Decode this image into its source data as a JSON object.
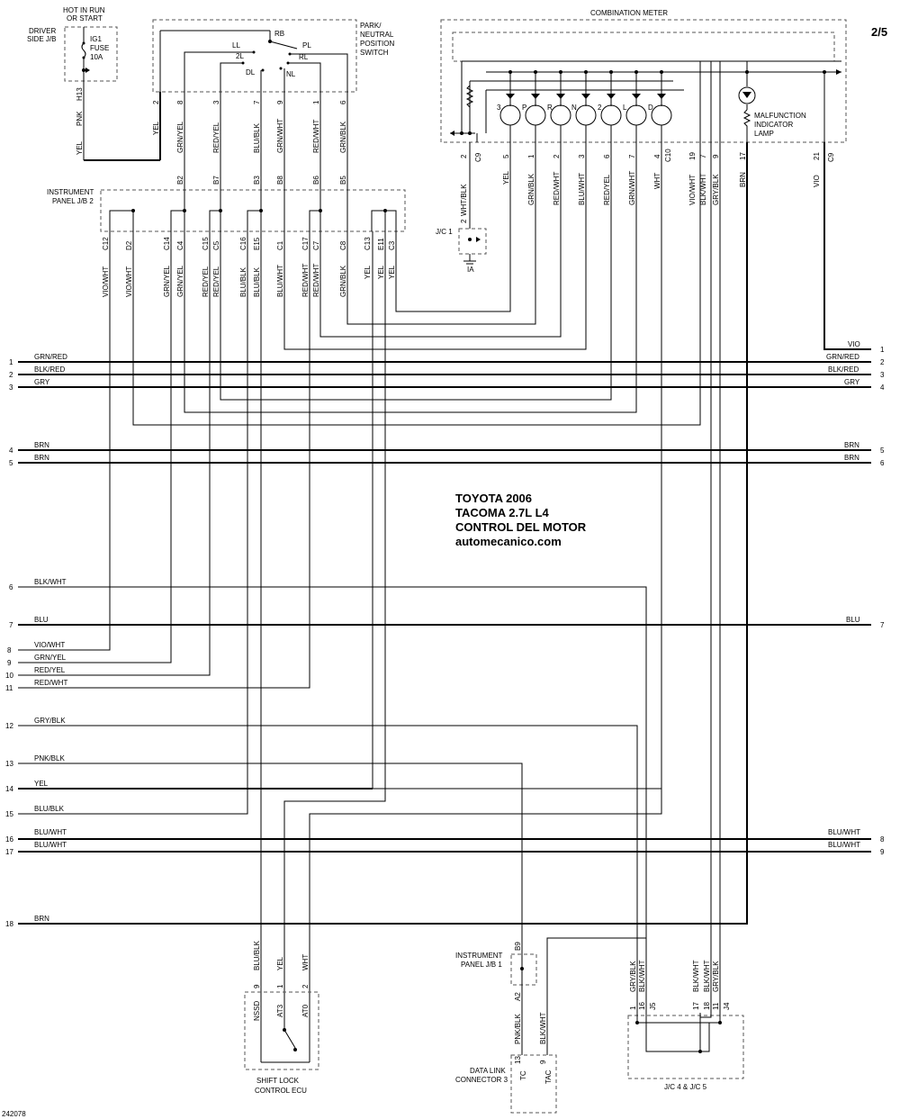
{
  "page_number": "2/5",
  "figure_id": "242078",
  "title": {
    "line1": "TOYOTA 2006",
    "line2": "TACOMA 2.7L  L4",
    "line3": "CONTROL DEL MOTOR",
    "line4": "automecanico.com"
  },
  "labels": {
    "hot_in_run_1": "HOT IN RUN",
    "hot_in_run_2": "OR START",
    "driver_jb_1": "DRIVER",
    "driver_jb_2": "SIDE J/B",
    "fuse_1": "IG1",
    "fuse_2": "FUSE",
    "fuse_3": "10A",
    "park_1": "PARK/",
    "park_2": "NEUTRAL",
    "park_3": "POSITION",
    "park_4": "SWITCH",
    "combination_meter": "COMBINATION METER",
    "mil_1": "MALFUNCTION",
    "mil_2": "INDICATOR",
    "mil_3": "LAMP",
    "ipjb2_1": "INSTRUMENT",
    "ipjb2_2": "PANEL J/B 2",
    "jc1": "J/C 1",
    "ia": "IA",
    "ipjb1_1": "INSTRUMENT",
    "ipjb1_2": "PANEL J/B 1",
    "dlc_1": "DATA LINK",
    "dlc_2": "CONNECTOR 3",
    "shift_1": "SHIFT LOCK",
    "shift_2": "CONTROL ECU",
    "jc45": "J/C 4 & J/C 5"
  },
  "switch_positions": [
    "RB",
    "LL",
    "PL",
    "2L",
    "RL",
    "DL",
    "NL"
  ],
  "meter_lamps": [
    "3",
    "P",
    "R",
    "N",
    "2",
    "L",
    "D"
  ],
  "top_wires": [
    {
      "pin": "H13",
      "color": "PNK",
      "color2": "YEL"
    },
    {
      "pin": "2",
      "color": "YEL"
    },
    {
      "pin": "8",
      "color": "GRN/YEL",
      "jb": "B2"
    },
    {
      "pin": "3",
      "color": "RED/YEL",
      "jb": "B7"
    },
    {
      "pin": "7",
      "color": "BLU/BLK",
      "jb": "B3"
    },
    {
      "pin": "9",
      "color": "GRN/WHT",
      "jb": "B8"
    },
    {
      "pin": "1",
      "color": "RED/WHT",
      "jb": "B6"
    },
    {
      "pin": "6",
      "color": "GRN/BLK",
      "jb": "B5"
    }
  ],
  "ipjb2_bottom": [
    {
      "pin": "C12",
      "color": "VIO/WHT"
    },
    {
      "pin": "D2",
      "color": "VIO/WHT"
    },
    {
      "pin": "C14",
      "color": "GRN/YEL"
    },
    {
      "pin": "C4",
      "color": "GRN/YEL"
    },
    {
      "pin": "C15",
      "color": "RED/YEL"
    },
    {
      "pin": "C5",
      "color": "RED/YEL"
    },
    {
      "pin": "C16",
      "color": "BLU/BLK"
    },
    {
      "pin": "E15",
      "color": "BLU/BLK"
    },
    {
      "pin": "C1",
      "color": "BLU/WHT"
    },
    {
      "pin": "C17",
      "color": "RED/WHT"
    },
    {
      "pin": "C7",
      "color": "RED/WHT"
    },
    {
      "pin": "C8",
      "color": "GRN/BLK"
    },
    {
      "pin": "C13",
      "color": "YEL"
    },
    {
      "pin": "E11",
      "color": "YEL"
    },
    {
      "pin": "C3",
      "color": "YEL"
    }
  ],
  "meter_wires": [
    {
      "pin": "2",
      "conn": "C9",
      "color": "WHT/BLK"
    },
    {
      "pin": "5",
      "color": "YEL"
    },
    {
      "pin": "1",
      "color": "GRN/BLK"
    },
    {
      "pin": "2",
      "color": "RED/WHT"
    },
    {
      "pin": "3",
      "color": "BLU/WHT"
    },
    {
      "pin": "6",
      "color": "RED/YEL"
    },
    {
      "pin": "7",
      "color": "GRN/WHT"
    },
    {
      "pin": "4",
      "conn": "C10",
      "color": "WHT"
    },
    {
      "pin": "19",
      "color": "VIO/WHT"
    },
    {
      "pin": "7",
      "color": "BLK/WHT"
    },
    {
      "pin": "9",
      "color": "GRY/BLK"
    },
    {
      "pin": "17",
      "color": "BRN"
    },
    {
      "pin": "21",
      "conn": "C9",
      "color": "VIO"
    }
  ],
  "jc1_pin": "2",
  "left_rows": [
    {
      "n": "1",
      "label": "GRN/RED"
    },
    {
      "n": "2",
      "label": "BLK/RED"
    },
    {
      "n": "3",
      "label": "GRY"
    },
    {
      "n": "4",
      "label": "BRN"
    },
    {
      "n": "5",
      "label": "BRN"
    },
    {
      "n": "6",
      "label": "BLK/WHT"
    },
    {
      "n": "7",
      "label": "BLU"
    },
    {
      "n": "8",
      "label": "VIO/WHT"
    },
    {
      "n": "9",
      "label": "GRN/YEL"
    },
    {
      "n": "10",
      "label": "RED/YEL"
    },
    {
      "n": "11",
      "label": "RED/WHT"
    },
    {
      "n": "12",
      "label": "GRY/BLK"
    },
    {
      "n": "13",
      "label": "PNK/BLK"
    },
    {
      "n": "14",
      "label": "YEL"
    },
    {
      "n": "15",
      "label": "BLU/BLK"
    },
    {
      "n": "16",
      "label": "BLU/WHT"
    },
    {
      "n": "17",
      "label": "BLU/WHT"
    },
    {
      "n": "18",
      "label": "BRN"
    }
  ],
  "right_rows": [
    {
      "n": "1",
      "label": "VIO"
    },
    {
      "n": "2",
      "label": "GRN/RED"
    },
    {
      "n": "3",
      "label": "BLK/RED"
    },
    {
      "n": "4",
      "label": "GRY"
    },
    {
      "n": "5",
      "label": "BRN"
    },
    {
      "n": "6",
      "label": "BRN"
    },
    {
      "n": "7",
      "label": "BLU"
    },
    {
      "n": "8",
      "label": "BLU/WHT"
    },
    {
      "n": "9",
      "label": "BLU/WHT"
    }
  ],
  "shift_lock_pins": [
    {
      "pin": "9",
      "name": "NSSD",
      "color": "BLU/BLK"
    },
    {
      "pin": "1",
      "name": "AT3",
      "color": "YEL"
    },
    {
      "pin": "2",
      "name": "AT0",
      "color": "WHT"
    }
  ],
  "ipjb1_pins": {
    "top": "B9",
    "bottom": "A2"
  },
  "dlc_pins": [
    {
      "pin": "13",
      "name": "TC",
      "color": "PNK/BLK"
    },
    {
      "pin": "9",
      "name": "TAC",
      "color": "BLK/WHT"
    }
  ],
  "jc45_pins": [
    {
      "pin": "1",
      "color": "GRY/BLK"
    },
    {
      "pin": "16",
      "color": "BLK/WHT",
      "conn": "J5"
    },
    {
      "pin": "17",
      "color": "BLK/WHT"
    },
    {
      "pin": "18",
      "color": "BLK/WHT"
    },
    {
      "pin": "11",
      "color": "GRY/BLK",
      "conn": "J4"
    }
  ]
}
